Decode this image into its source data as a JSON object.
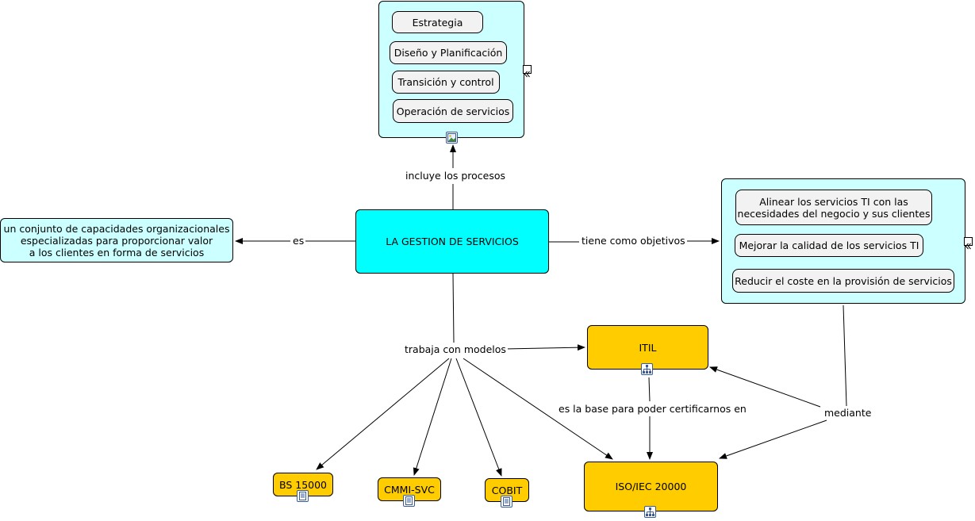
{
  "nodes": {
    "main": "LA GESTION DE SERVICIOS",
    "definition": "un conjunto de capacidades organizacionales\nespecializadas para proporcionar valor\na los clientes en forma de servicios",
    "itil": "ITIL",
    "iso": "ISO/IEC 20000",
    "bs": "BS 15000",
    "cmmi": "CMMI-SVC",
    "cobit": "COBIT"
  },
  "process_group": {
    "items": [
      "Estrategia",
      "Diseño y Planificación",
      "Transición y control",
      "Operación de servicios"
    ]
  },
  "objectives_group": {
    "items": [
      "Alinear los servicios TI con las\nnecesidades del negocio y sus clientes",
      "Mejorar la calidad de los servicios TI",
      "Reducir el coste en la provisión de servicios"
    ]
  },
  "links": {
    "includes": "incluye los procesos",
    "is": "es",
    "objectives": "tiene como objetivos",
    "works_with": "trabaja con modelos",
    "base": "es la base para poder certificarnos en",
    "through": "mediante"
  },
  "icons": {
    "processes": "image-icon",
    "itil": "concept-map-icon",
    "iso": "concept-map-icon",
    "bs": "document-icon",
    "cmmi": "document-icon",
    "cobit": "document-icon",
    "collapse": "collapse-icon"
  }
}
